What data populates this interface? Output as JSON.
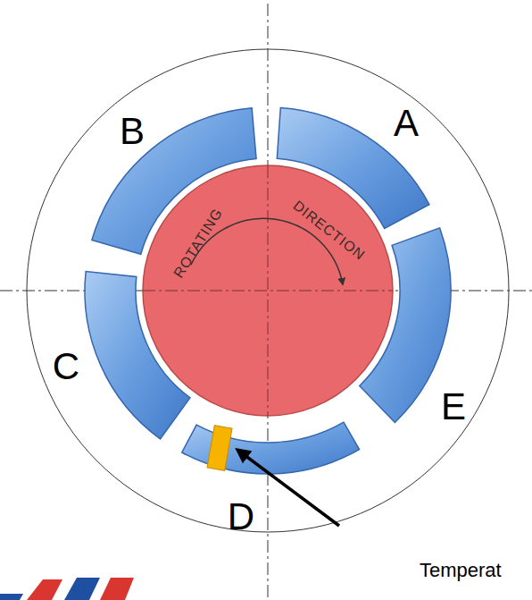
{
  "diagram": {
    "labels": [
      "A",
      "B",
      "C",
      "D",
      "E",
      "ROTATING",
      "DIRECTION",
      "Temperat"
    ]
  }
}
